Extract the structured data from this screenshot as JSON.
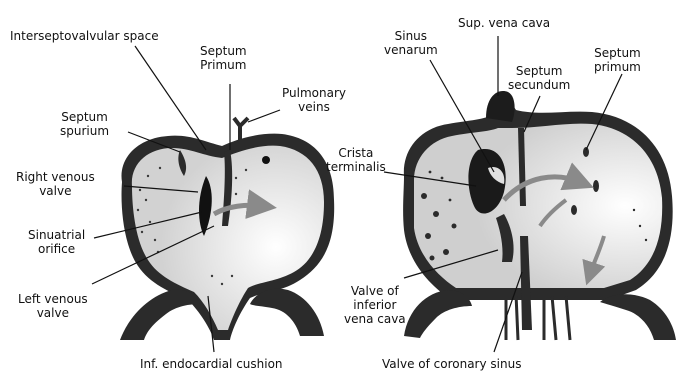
{
  "left_panel": {
    "labels": {
      "interseptovalvular_space": [
        "Interseptovalvular space"
      ],
      "septum_primum": [
        "Septum",
        "Primum"
      ],
      "pulmonary_veins": [
        "Pulmonary",
        "veins"
      ],
      "septum_spurium": [
        "Septum",
        "spurium"
      ],
      "right_venous_valve": [
        "Right venous",
        "valve"
      ],
      "sinuatrial_orifice": [
        "Sinuatrial",
        "orifice"
      ],
      "left_venous_valve": [
        "Left venous",
        "valve"
      ],
      "inf_endocardial_cushion": [
        "Inf. endocardial cushion"
      ]
    }
  },
  "right_panel": {
    "labels": {
      "sinus_venarum": [
        "Sinus",
        "venarum"
      ],
      "sup_vena_cava": [
        "Sup. vena cava"
      ],
      "septum_secundum": [
        "Septum",
        "secundum"
      ],
      "septum_primum": [
        "Septum",
        "primum"
      ],
      "crista_terminalis": [
        "Crista",
        "terminalis"
      ],
      "valve_of_ivc": [
        "Valve of",
        "inferior",
        "vena cava"
      ],
      "valve_of_coronary_sinus": [
        "Valve of coronary sinus"
      ]
    }
  },
  "colors": {
    "tissue_dark": "#2b2b2b",
    "chamber_light": "#eaeaea",
    "arrow": "#8a8a8a",
    "label_text": "#111111"
  }
}
